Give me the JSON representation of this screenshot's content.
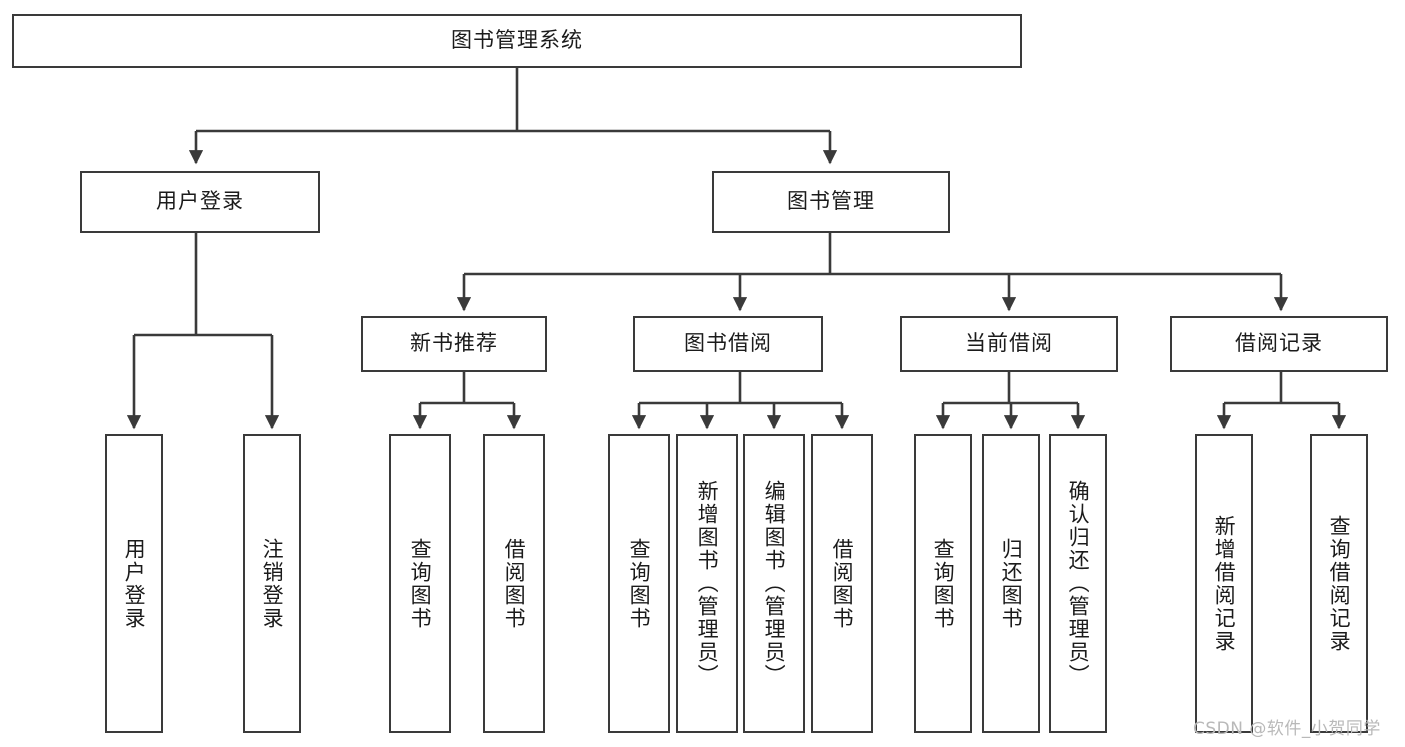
{
  "diagram": {
    "title": "图书管理系统",
    "type": "tree",
    "root": {
      "label": "图书管理系统"
    },
    "level2": [
      {
        "label": "用户登录"
      },
      {
        "label": "图书管理"
      }
    ],
    "level3": [
      {
        "label": "新书推荐"
      },
      {
        "label": "图书借阅"
      },
      {
        "label": "当前借阅"
      },
      {
        "label": "借阅记录"
      }
    ],
    "leaves": {
      "user_login": [
        {
          "label": "用户登录"
        },
        {
          "label": "注销登录"
        }
      ],
      "new_book_recommend": [
        {
          "label": "查询图书"
        },
        {
          "label": "借阅图书"
        }
      ],
      "book_borrow": [
        {
          "label": "查询图书"
        },
        {
          "label": "新增图书（管理员）"
        },
        {
          "label": "编辑图书（管理员）"
        },
        {
          "label": "借阅图书"
        }
      ],
      "current_borrow": [
        {
          "label": "查询图书"
        },
        {
          "label": "归还图书"
        },
        {
          "label": "确认归还（管理员）"
        }
      ],
      "borrow_record": [
        {
          "label": "新增借阅记录"
        },
        {
          "label": "查询借阅记录"
        }
      ]
    }
  },
  "watermark": {
    "text": "CSDN @软件_小贺同学"
  },
  "colors": {
    "box_border": "#3a3a3a",
    "line": "#3a3a3a",
    "text": "#1b1b1b",
    "background": "#ffffff",
    "watermark": "#b9b9b9"
  }
}
